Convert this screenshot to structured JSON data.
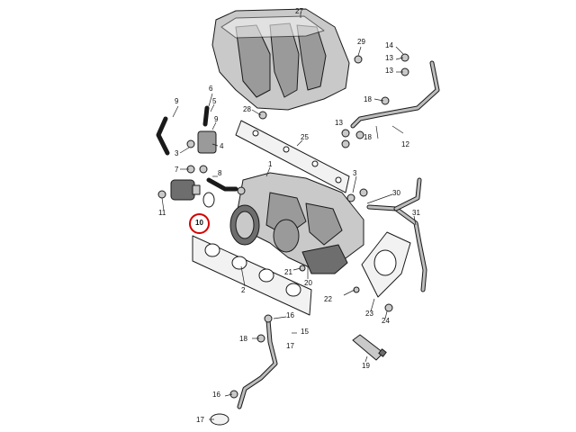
{
  "diagram": {
    "callouts": {
      "c1": "1",
      "c2": "2",
      "c3": "3",
      "c4": "4",
      "c5": "5",
      "c6": "6",
      "c7": "7",
      "c8": "8",
      "c9a": "9",
      "c9b": "9",
      "c10": "10",
      "c11": "11",
      "c12": "12",
      "c13a": "13",
      "c13b": "13",
      "c13c": "13",
      "c14": "14",
      "c15": "15",
      "c16": "16",
      "c17a": "17",
      "c17b": "17",
      "c18a": "18",
      "c18b": "18",
      "c19": "19",
      "c20": "20",
      "c21": "21",
      "c22": "22",
      "c23": "23",
      "c24": "24",
      "c25": "25",
      "c27": "27",
      "c28": "28",
      "c29": "29",
      "c30": "30",
      "c31": "31"
    },
    "highlighted_part": "10",
    "highlight_color": "#d40000",
    "line_color": "#1a1a1a",
    "part_fill": "#c9c9c9"
  }
}
